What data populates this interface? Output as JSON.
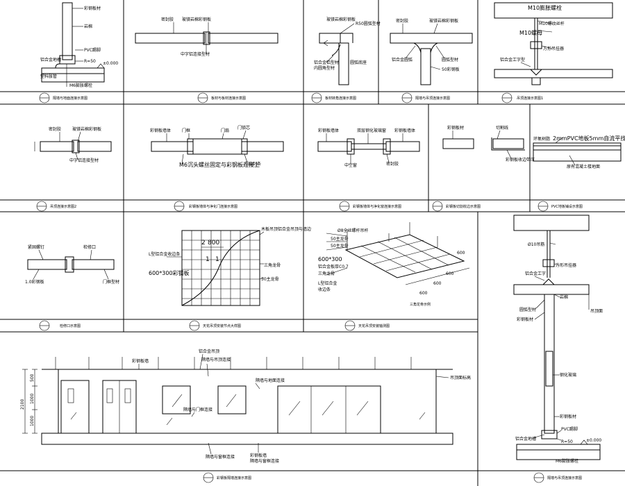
{
  "panel_titles": {
    "p1": "隔墙与地面连接示意图",
    "p2": "板材与板材连接示意图",
    "p3": "板材转角连接示意图",
    "p4": "隔墙与吊顶连接示意图",
    "p5": "吊顶连接示意图1",
    "p6": "吊顶连接示意图2",
    "p7": "彩钢板墙体与净化门连接示意图",
    "p8": "彩钢板墙体与净化窗连接示意图",
    "p9": "彩钢板切割收边示意图",
    "p10": "PVC地板铺设示意图",
    "p11": "检修口示意图",
    "p12": "天花吊顶安装节点大样图",
    "p13": "天花吊顶安装轴测图",
    "p14": "彩钢板隔墙连接示意图",
    "p15": "隔墙与吊顶连接示意图"
  },
  "labels": {
    "p1": {
      "a": "彩钢板材",
      "b": "岩棉",
      "c": "PVC踢脚",
      "d": "R=50",
      "e": "±0.000",
      "f": "铝合金地槽",
      "g": "塑料胀管",
      "h": "M6膨胀螺栓"
    },
    "p2": {
      "a": "密封胶",
      "b": "玻镁岩棉彩钢板",
      "c": "中字铝连接型材"
    },
    "p3": {
      "a": "玻镁岩棉彩钢板",
      "b": "R50圆弧型材",
      "c": "铝合金铝型材",
      "d": "内圆角型材",
      "e": "圆弧底座"
    },
    "p4": {
      "a": "密封胶",
      "b": "玻镁岩棉彩钢板",
      "c": "铝合金圆弧",
      "d": "圆弧型材",
      "e": "50彩钢板"
    },
    "p5": {
      "a": "M10膨胀螺栓",
      "b": "M10螺纹丝杆",
      "c": "M10螺母",
      "d": "方形吊挂器",
      "e": "铝合金工字型"
    },
    "p6": {
      "a": "密封胶",
      "b": "玻镁岩棉彩钢板",
      "c": "中字铝连接型材"
    },
    "p7": {
      "a": "彩钢板墙体",
      "b": "门框",
      "c": "门扇",
      "d": "门锁芯",
      "e": "M6沉头螺丝固定与彩钢板连接上",
      "f": "门扇封条"
    },
    "p8": {
      "a": "彩钢板墙体",
      "b": "双层钢化玻璃窗",
      "c": "彩钢板墙体",
      "d": "中空窗",
      "e": "密封胶"
    },
    "p9": {
      "a": "彩钢板材",
      "b": "切割线",
      "c": "彩钢板收边带压"
    },
    "p10": {
      "a": "环氧树脂",
      "b": "2mmPVC地板5mm自流平找平",
      "c": "原有混凝土楼地面"
    },
    "p11": {
      "a": "紧固螺钉",
      "b": "检修口",
      "c": "1.0彩钢板",
      "d": "门框型材"
    },
    "p12": {
      "a": "L型铝合金收边条",
      "b": "2",
      "c": "800",
      "d": "1",
      "e": "1",
      "f": "600*300彩钢板",
      "g": "木板吊顶铝合金吊顶与墙边",
      "h": "三角龙骨",
      "i": "50主龙骨"
    },
    "p13": {
      "a": "Ø8全丝螺杆吊杆",
      "b": "50主龙骨",
      "c": "50主龙骨",
      "d": "600*300",
      "e": "铝合金板厚C0.7",
      "f": "三角龙骨",
      "g": "L型铝合金",
      "h": "收边条",
      "i": "三角龙骨示例",
      "j": "600",
      "k": "600",
      "l": "600",
      "m": "600"
    },
    "p14": {
      "a": "彩钢板墙",
      "b": "铝合金吊顶",
      "c": "隔墙与吊顶连接",
      "d": "隔墙与地面连接",
      "e": "隔墙与门框连接",
      "f": "隔墙与窗框连接",
      "g": "彩钢板墙",
      "h": "隔墙与窗框连接",
      "i": "吊顶面标高",
      "dim1": "500",
      "dim2": "1000",
      "dim3": "1000",
      "dim4": "2100"
    },
    "p15": {
      "a": "Ø10吊筋",
      "b": "方形吊挂器",
      "c": "铝合金工字",
      "d": "岩棉",
      "e": "圆弧型材",
      "f": "彩钢板材",
      "g": "钢化玻璃",
      "h": "彩钢板材",
      "i": "铝合金地槽",
      "j": "PVC踢脚",
      "k": "R=50",
      "l": "±0.000",
      "m": "M6膨胀螺栓",
      "n": "吊顶面"
    }
  }
}
